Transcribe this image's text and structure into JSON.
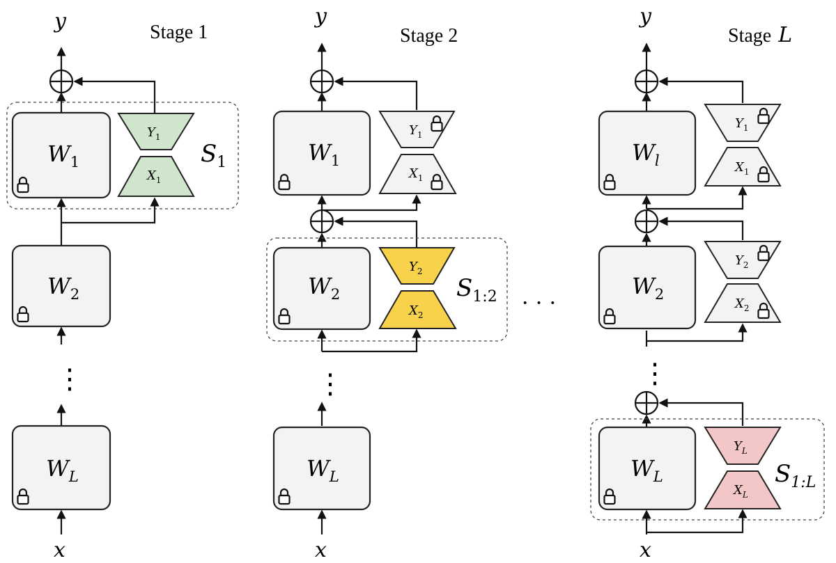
{
  "labels": {
    "output": "y",
    "input": "x",
    "ellipsis_vertical": "⋮",
    "ellipsis_horizontal": "· · ·"
  },
  "stages": [
    {
      "title": "Stage 1",
      "group_label": "S",
      "group_sub": "1",
      "boxes": [
        {
          "letter": "W",
          "sub": "1",
          "locked": true,
          "adapter": {
            "top_letter": "Y",
            "top_sub": "1",
            "bottom_letter": "X",
            "bottom_sub": "1",
            "color": "#cfe6cc",
            "locked": false
          }
        },
        {
          "letter": "W",
          "sub": "2",
          "locked": true,
          "adapter": null
        },
        {
          "letter": "W",
          "sub": "L",
          "locked": true,
          "adapter": null
        }
      ]
    },
    {
      "title": "Stage 2",
      "group_label": "S",
      "group_sub": "1:2",
      "boxes": [
        {
          "letter": "W",
          "sub": "1",
          "locked": true,
          "adapter": {
            "top_letter": "Y",
            "top_sub": "1",
            "bottom_letter": "X",
            "bottom_sub": "1",
            "color": "#f3f3f3",
            "locked": true
          }
        },
        {
          "letter": "W",
          "sub": "2",
          "locked": true,
          "adapter": {
            "top_letter": "Y",
            "top_sub": "2",
            "bottom_letter": "X",
            "bottom_sub": "2",
            "color": "#f8d24a",
            "locked": false
          }
        },
        {
          "letter": "W",
          "sub": "L",
          "locked": true,
          "adapter": null
        }
      ]
    },
    {
      "title_prefix": "Stage",
      "title_var": "L",
      "group_label": "S",
      "group_sub": "1:L",
      "boxes": [
        {
          "letter": "W",
          "sub": "l",
          "locked": true,
          "adapter": {
            "top_letter": "Y",
            "top_sub": "1",
            "bottom_letter": "X",
            "bottom_sub": "1",
            "color": "#f3f3f3",
            "locked": true
          }
        },
        {
          "letter": "W",
          "sub": "2",
          "locked": true,
          "adapter": {
            "top_letter": "Y",
            "top_sub": "2",
            "bottom_letter": "X",
            "bottom_sub": "2",
            "color": "#f3f3f3",
            "locked": true
          }
        },
        {
          "letter": "W",
          "sub": "L",
          "locked": true,
          "adapter": {
            "top_letter": "Y",
            "top_sub": "L",
            "bottom_letter": "X",
            "bottom_sub": "L",
            "color": "#f3c7c7",
            "locked": false
          }
        }
      ]
    }
  ]
}
